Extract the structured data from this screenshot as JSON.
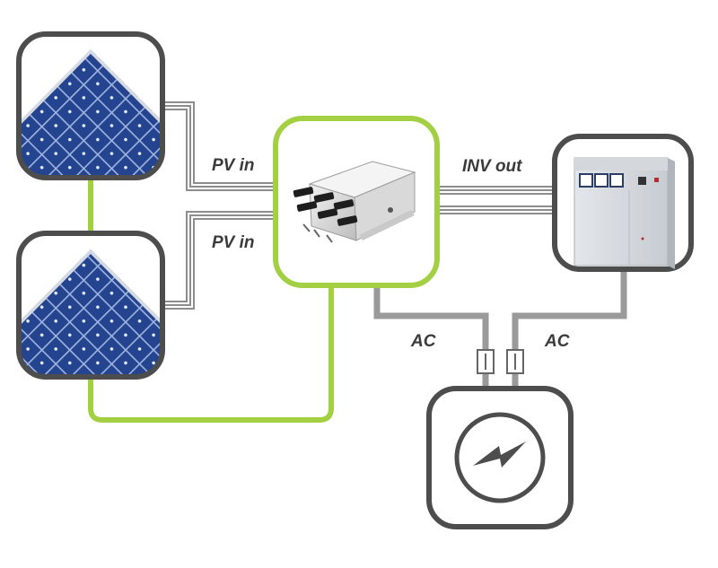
{
  "labels": {
    "pv_in_top": "PV in",
    "pv_in_bottom": "PV in",
    "inv_out": "INV out",
    "ac_left": "AC",
    "ac_right": "AC"
  },
  "colors": {
    "frame_gray": "#4d4d4d",
    "green_link": "#a3d043",
    "wire_gray": "#9a9a9a",
    "panel_blue": "#25448f",
    "panel_cell_glint": "#cfe0ff"
  },
  "icons": {
    "panel_top": "solar-panel-icon",
    "panel_bottom": "solar-panel-icon",
    "combiner_box": "combiner-box-icon",
    "inverter_cabinet": "inverter-cabinet-icon",
    "grid_meter": "lightning-bolt-icon"
  }
}
